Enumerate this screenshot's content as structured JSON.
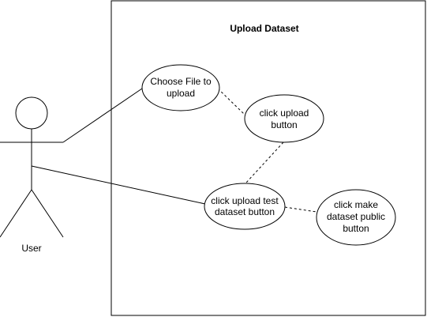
{
  "system": {
    "title": "Upload Dataset"
  },
  "actor": {
    "label": "User"
  },
  "use_cases": {
    "choose_file": {
      "line1": "Choose File to",
      "line2": "upload"
    },
    "click_upload": {
      "line1": "click upload",
      "line2": "button"
    },
    "click_upload_test": {
      "line1": "click upload test",
      "line2": "dataset button"
    },
    "click_make_public": {
      "line1": "click make",
      "line2": "dataset public",
      "line3": "button"
    }
  },
  "colors": {
    "stroke": "#000000",
    "fill": "#ffffff",
    "text": "#000000"
  }
}
